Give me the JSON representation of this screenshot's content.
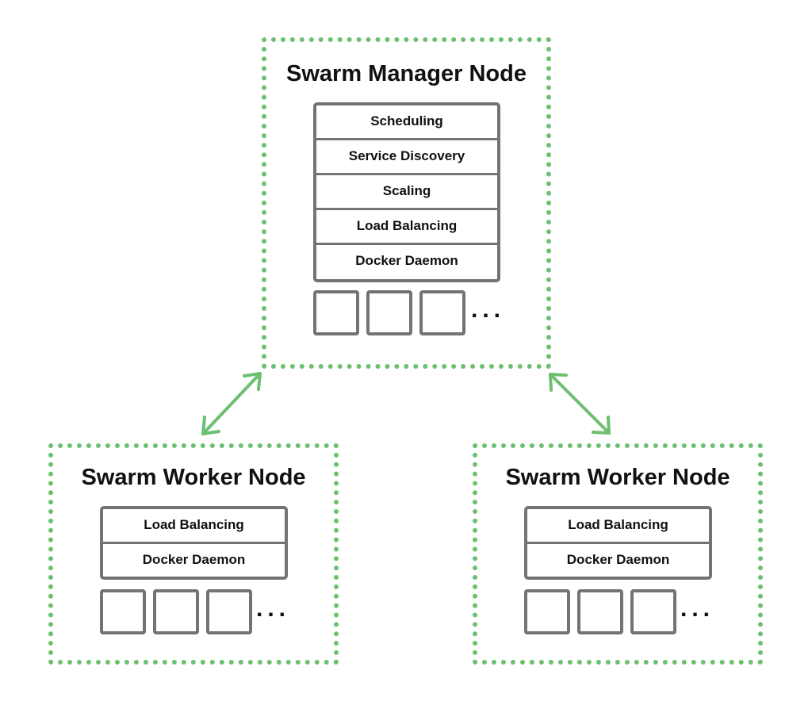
{
  "manager": {
    "title": "Swarm Manager Node",
    "layers": [
      "Scheduling",
      "Service Discovery",
      "Scaling",
      "Load Balancing",
      "Docker Daemon"
    ],
    "ellipsis": "..."
  },
  "workers": [
    {
      "title": "Swarm Worker Node",
      "layers": [
        "Load Balancing",
        "Docker Daemon"
      ],
      "ellipsis": "..."
    },
    {
      "title": "Swarm Worker Node",
      "layers": [
        "Load Balancing",
        "Docker Daemon"
      ],
      "ellipsis": "..."
    }
  ],
  "colors": {
    "node_border": "#6cc070",
    "arrow": "#6cc070",
    "box_border": "#737373"
  }
}
